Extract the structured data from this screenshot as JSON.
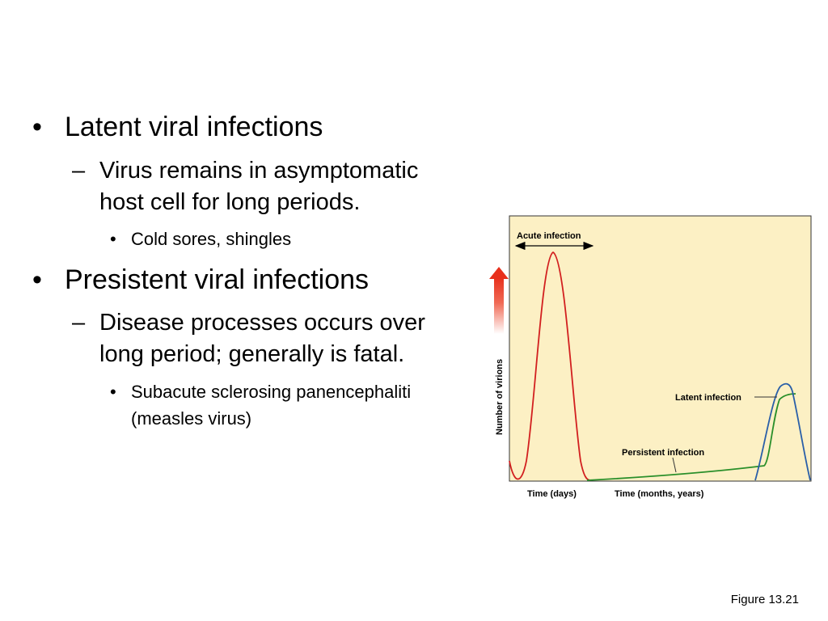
{
  "slide": {
    "bullets": [
      {
        "text": "Latent viral infections",
        "subs": [
          {
            "text_line1": "Virus remains in asymptomatic",
            "text_line2": "host cell for long periods."
          }
        ],
        "subsubs": [
          {
            "text": "Cold sores, shingles"
          }
        ]
      },
      {
        "text": "Presistent viral infections",
        "subs": [
          {
            "text_line1": "Disease processes occurs over",
            "text_line2": "long period; generally is fatal."
          }
        ],
        "subsubs": [
          {
            "text_line1": "Subacute sclerosing panencephaliti",
            "text_line2": "(measles virus)"
          }
        ]
      }
    ],
    "markers": {
      "bullet": "•",
      "dash": "–"
    },
    "caption": "Figure 13.21"
  },
  "figure": {
    "labels": {
      "acute": "Acute infection",
      "latent": "Latent infection",
      "persistent": "Persistent infection",
      "y_axis": "Number of virions",
      "x_days": "Time (days)",
      "x_months": "Time (months, years)"
    },
    "colors": {
      "background": "#fcf0c4",
      "acute": "#d21f1f",
      "latent": "#2a5fa8",
      "persistent": "#2a8f2a",
      "arrow": "#e8301c"
    }
  }
}
